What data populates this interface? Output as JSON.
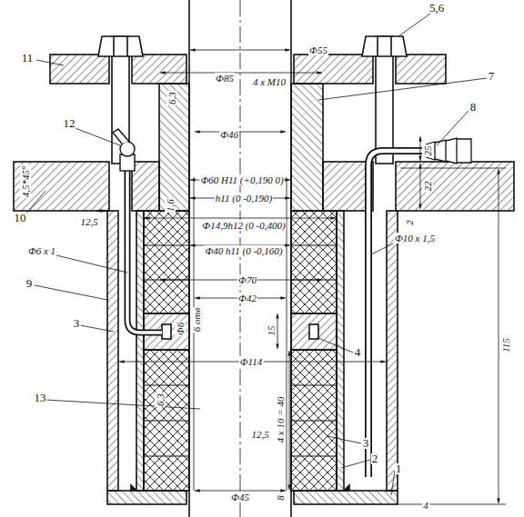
{
  "diagram": {
    "labels": [
      "5,6",
      "11",
      "Ф55",
      "Ф85",
      "4 x M10",
      "7",
      "8",
      "12",
      "6,3",
      "Ф46",
      "25",
      "Ф60 H11 (+0,190 0)",
      "10",
      "4,5*45°",
      "22",
      "1,6",
      "h11 (0 -0,190)",
      "12,5",
      "2",
      "Ф14,9h12 (0 -0,400)",
      "Ф6 x 1",
      "Ф10 x 1,5",
      "Ф40 h11 (0 -0,160)",
      "Ф70",
      "9",
      "Ф42",
      "115",
      "3",
      "6 отв",
      "Ф6",
      "15",
      "4",
      "Ф114",
      "6,3",
      "13",
      "4 x 10 = 40",
      "3",
      "2",
      "12,5",
      "1",
      "Ф45",
      "8",
      "4"
    ]
  }
}
